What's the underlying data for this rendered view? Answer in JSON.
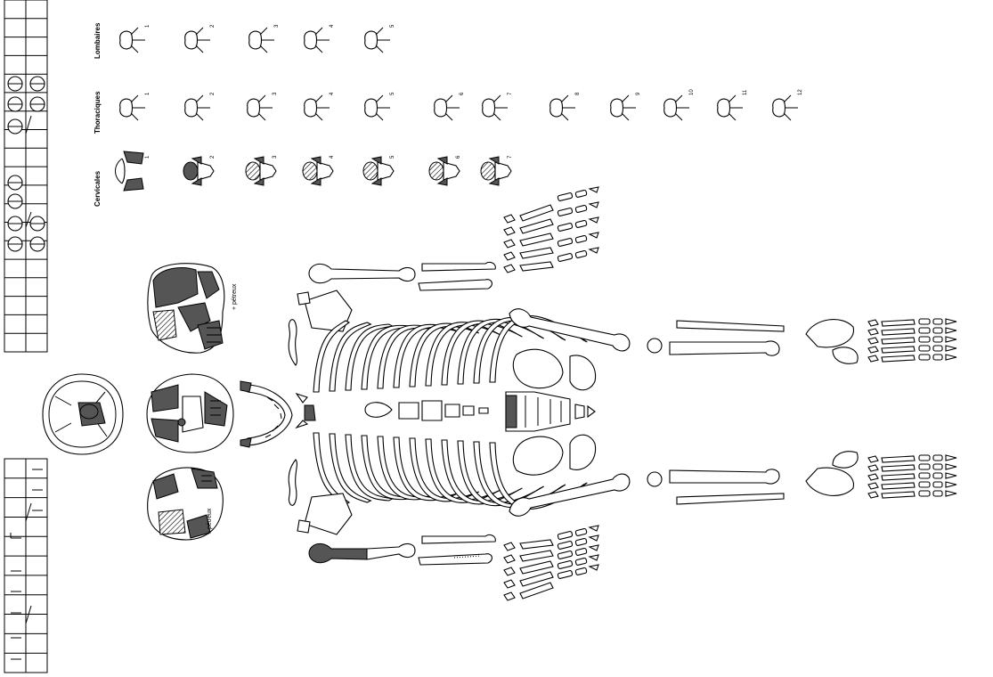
{
  "title": "",
  "vertebrae": {
    "lombaires": {
      "label": "Lombaires",
      "numbers": [
        "1",
        "2",
        "3",
        "4",
        "5"
      ]
    },
    "thoraciques": {
      "label": "Thoraciques",
      "numbers": [
        "1",
        "2",
        "3",
        "4",
        "5",
        "6",
        "7",
        "8",
        "9",
        "10",
        "11",
        "12"
      ]
    },
    "cervicales": {
      "label": "Cervicales",
      "numbers": [
        "1",
        "2",
        "3",
        "4",
        "5",
        "6",
        "7"
      ]
    }
  },
  "skull": {
    "note_upper": "+ pétreux",
    "note_lower": "+ pétreux"
  },
  "colors": {
    "preserved_dark": "#555555",
    "outline": "#000000",
    "background": "#ffffff"
  },
  "legend_top": {
    "rows": 19
  },
  "legend_bottom": {
    "rows": 11
  }
}
